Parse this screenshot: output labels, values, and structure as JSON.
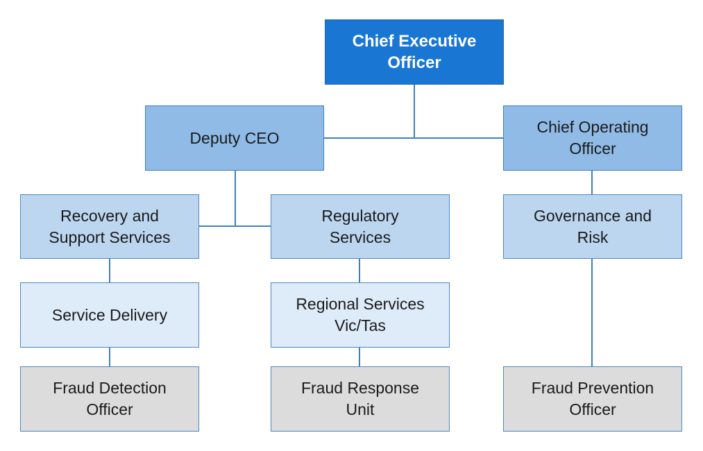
{
  "diagram": {
    "type": "org-chart",
    "nodes": {
      "ceo": "Chief Executive\nOfficer",
      "deputy": "Deputy CEO",
      "coo": "Chief Operating\nOfficer",
      "recovery": "Recovery and\nSupport Services",
      "regulatory": "Regulatory\nServices",
      "governance": "Governance and\nRisk",
      "service_delivery": "Service Delivery",
      "regional": "Regional Services\nVic/Tas",
      "fraud_detection": "Fraud Detection\nOfficer",
      "fraud_response": "Fraud Response\nUnit",
      "fraud_prevention": "Fraud Prevention\nOfficer"
    },
    "edges": [
      [
        "ceo",
        "deputy"
      ],
      [
        "ceo",
        "coo"
      ],
      [
        "deputy",
        "recovery"
      ],
      [
        "deputy",
        "regulatory"
      ],
      [
        "coo",
        "governance"
      ],
      [
        "recovery",
        "service_delivery"
      ],
      [
        "regulatory",
        "regional"
      ],
      [
        "service_delivery",
        "fraud_detection"
      ],
      [
        "regional",
        "fraud_response"
      ],
      [
        "governance",
        "fraud_prevention"
      ]
    ],
    "colors": {
      "executive": "#1976d2",
      "senior": "#8fbbe6",
      "division": "#bcd6f0",
      "unit": "#deebf8",
      "fraud_role": "#dcdcdc",
      "connector": "#3e7fc0"
    }
  }
}
